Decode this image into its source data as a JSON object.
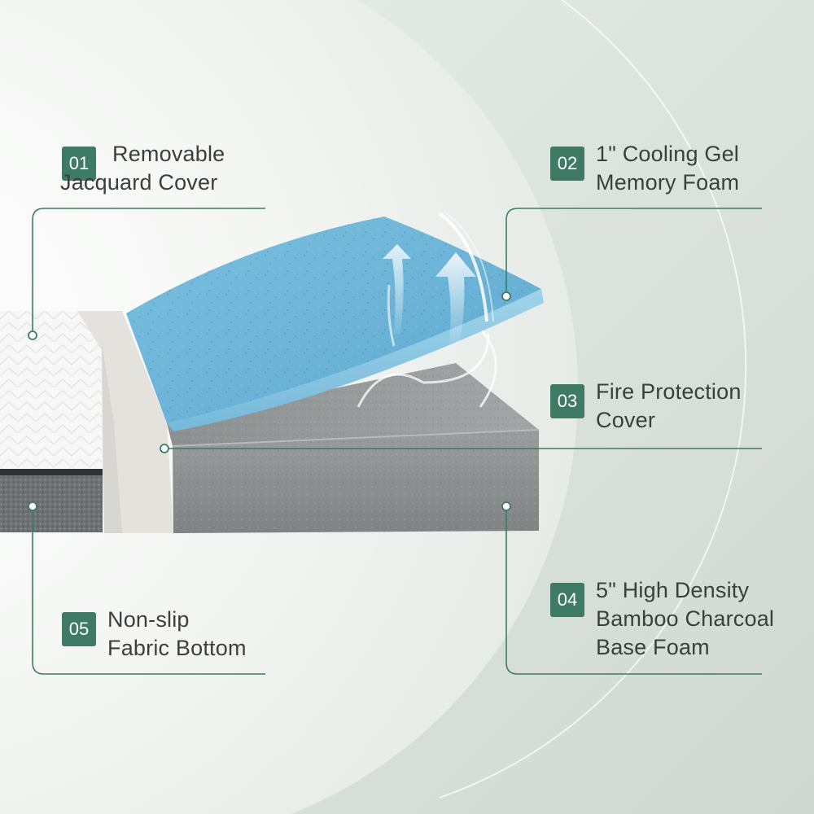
{
  "colors": {
    "accent": "#3e7a66",
    "background": "#dde4de",
    "cooling_gel_foam": "#6fb4d6",
    "base_foam": "#8c8f90",
    "cover": "#f2f3f2"
  },
  "callouts": [
    {
      "number": "01",
      "line1": "Removable",
      "line2": "Jacquard Cover",
      "line3": ""
    },
    {
      "number": "02",
      "line1": "1\" Cooling Gel",
      "line2": "Memory Foam",
      "line3": ""
    },
    {
      "number": "03",
      "line1": "Fire Protection",
      "line2": "Cover",
      "line3": ""
    },
    {
      "number": "04",
      "line1": "5\" High Density",
      "line2": "Bamboo Charcoal",
      "line3": "Base Foam"
    },
    {
      "number": "05",
      "line1": "Non-slip",
      "line2": "Fabric Bottom",
      "line3": ""
    }
  ],
  "icons": [
    "upward-airflow-arrow-icon",
    "upward-airflow-arrow-icon"
  ]
}
